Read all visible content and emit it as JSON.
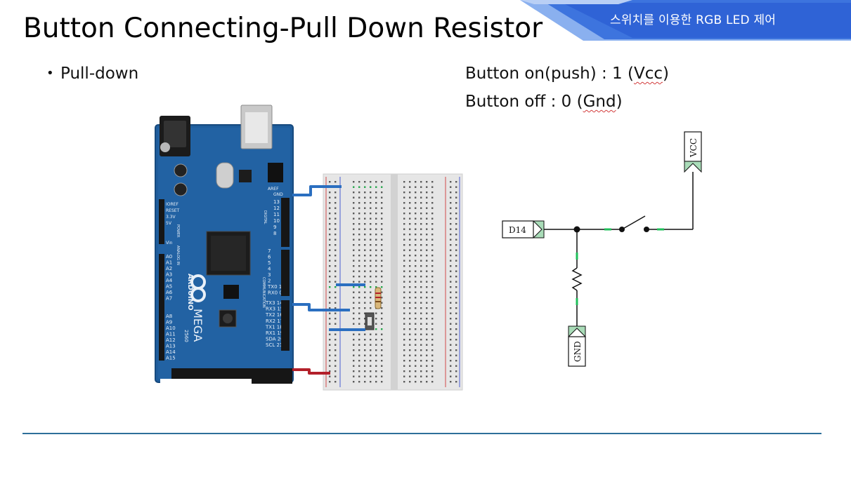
{
  "header": {
    "title": "Button Connecting-Pull Down Resistor",
    "banner_text": "스위치를 이용한 RGB LED 제어"
  },
  "content": {
    "bullet": "Pull-down",
    "button_on_prefix": "Button on(push) : 1 (",
    "button_on_value": "Vcc",
    "button_off_prefix": "Button off :  0 (",
    "button_off_value": "Gnd",
    "close_paren": ")"
  },
  "board": {
    "brand": "ARDUINO",
    "model": "MEGA",
    "model_number": "2560",
    "labels": {
      "aref": "AREF",
      "gnd": "GND",
      "ioref": "IOREF",
      "reset": "RESET",
      "v33": "3.3V",
      "v5": "5V",
      "vin": "Vin",
      "digital": "DIGITAL",
      "communication": "COMMUNICATION",
      "power": "POWER",
      "analog_in": "ANALOG IN"
    },
    "digital_pins_top": [
      "13",
      "12",
      "11",
      "10",
      "9",
      "8"
    ],
    "digital_pins_mid": [
      "7",
      "6",
      "5",
      "4",
      "3",
      "2",
      "TX0 1",
      "RX0 0"
    ],
    "comm_pins": [
      "TX3 14",
      "RX3 15",
      "TX2 16",
      "RX2 17",
      "TX1 18",
      "RX1 19",
      "SDA 20",
      "SCL 21"
    ],
    "analog_pins_a": [
      "A0",
      "A1",
      "A2",
      "A3",
      "A4",
      "A5",
      "A6",
      "A7"
    ],
    "analog_pins_b": [
      "A8",
      "A9",
      "A10",
      "A11",
      "A12",
      "A13",
      "A14",
      "A15"
    ]
  },
  "schematic": {
    "vcc_label": "VCC",
    "d14_label": "D14",
    "gnd_label": "GND"
  },
  "colors": {
    "banner_blue": "#2f63d6",
    "banner_light": "#8ab0ef",
    "board_blue": "#1f5d9c",
    "wire_blue": "#2b6fc0",
    "wire_red": "#b3202a",
    "schematic_green": "#1fbf5a",
    "connector_fill": "#a9dcb8",
    "footer_line": "#2e6f9a"
  }
}
